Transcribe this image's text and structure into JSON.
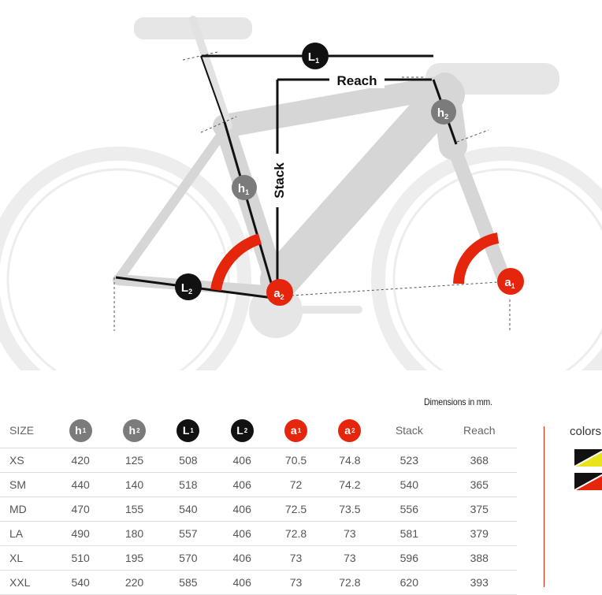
{
  "diagram": {
    "labels": {
      "l1": "L",
      "l1_sub": "1",
      "reach": "Reach",
      "stack": "Stack",
      "h1": "h",
      "h1_sub": "1",
      "h2": "h",
      "h2_sub": "2",
      "l2": "L",
      "l2_sub": "2",
      "a1": "a",
      "a1_sub": "1",
      "a2": "a",
      "a2_sub": "2"
    },
    "colors": {
      "red": "#e5260d",
      "black": "#111111",
      "grey": "#7b7b7b",
      "frame": "#d4d4d4",
      "wheel": "#ececec"
    }
  },
  "table": {
    "note": "Dimensions in mm.",
    "headers": [
      {
        "type": "text",
        "text": "SIZE"
      },
      {
        "type": "badge",
        "letter": "h",
        "sub": "1",
        "style": "grey"
      },
      {
        "type": "badge",
        "letter": "h",
        "sub": "2",
        "style": "grey"
      },
      {
        "type": "badge",
        "letter": "L",
        "sub": "1",
        "style": "black"
      },
      {
        "type": "badge",
        "letter": "L",
        "sub": "2",
        "style": "black"
      },
      {
        "type": "badge",
        "letter": "a",
        "sub": "1",
        "style": "red"
      },
      {
        "type": "badge",
        "letter": "a",
        "sub": "2",
        "style": "red"
      },
      {
        "type": "text",
        "text": "Stack"
      },
      {
        "type": "text",
        "text": "Reach"
      }
    ],
    "rows": [
      [
        "XS",
        "420",
        "125",
        "508",
        "406",
        "70.5",
        "74.8",
        "523",
        "368"
      ],
      [
        "SM",
        "440",
        "140",
        "518",
        "406",
        "72",
        "74.2",
        "540",
        "365"
      ],
      [
        "MD",
        "470",
        "155",
        "540",
        "406",
        "72.5",
        "73.5",
        "556",
        "375"
      ],
      [
        "LA",
        "490",
        "180",
        "557",
        "406",
        "72.8",
        "73",
        "581",
        "379"
      ],
      [
        "XL",
        "510",
        "195",
        "570",
        "406",
        "73",
        "73",
        "596",
        "388"
      ],
      [
        "XXL",
        "540",
        "220",
        "585",
        "406",
        "73",
        "72.8",
        "620",
        "393"
      ]
    ]
  },
  "colors_panel": {
    "title": "colors",
    "swatches": [
      {
        "a": "#111111",
        "b": "#e8e31a"
      },
      {
        "a": "#111111",
        "b": "#e5260d"
      }
    ]
  }
}
